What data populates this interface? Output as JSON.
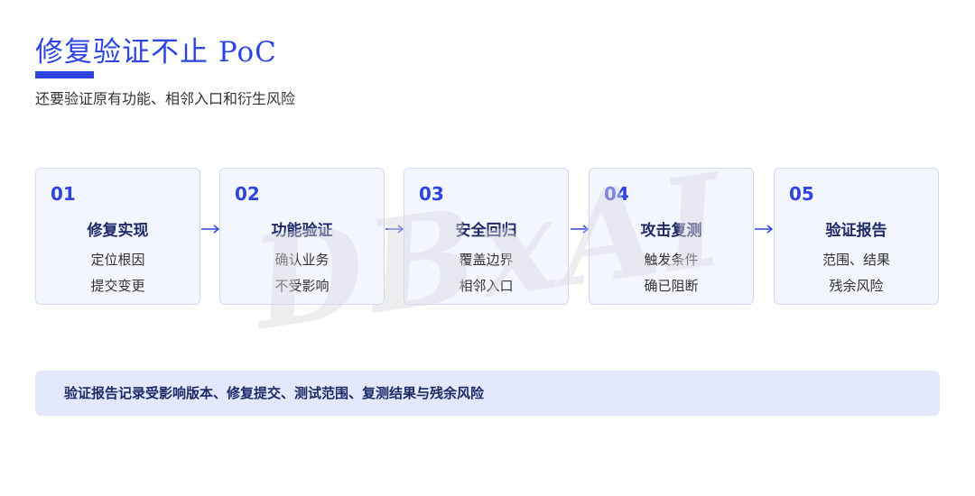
{
  "header": {
    "title": "修复验证不止 PoC",
    "subtitle": "还要验证原有功能、相邻入口和衍生风险"
  },
  "watermark": "DBxAI",
  "steps": [
    {
      "num": "01",
      "title": "修复实现",
      "line1": "定位根因",
      "line2": "提交变更"
    },
    {
      "num": "02",
      "title": "功能验证",
      "line1": "确认业务",
      "line2": "不受影响"
    },
    {
      "num": "03",
      "title": "安全回归",
      "line1": "覆盖边界",
      "line2": "相邻入口"
    },
    {
      "num": "04",
      "title": "攻击复测",
      "line1": "触发条件",
      "line2": "确已阻断"
    },
    {
      "num": "05",
      "title": "验证报告",
      "line1": "范围、结果",
      "line2": "残余风险"
    }
  ],
  "footer_note": "验证报告记录受影响版本、修复提交、测试范围、复测结果与残余风险",
  "colors": {
    "accent": "#2f45e0",
    "card_bg": "#f3f5ff",
    "note_bg": "#e4e8fd"
  },
  "icons": {
    "connector": "arrow-right-icon"
  }
}
